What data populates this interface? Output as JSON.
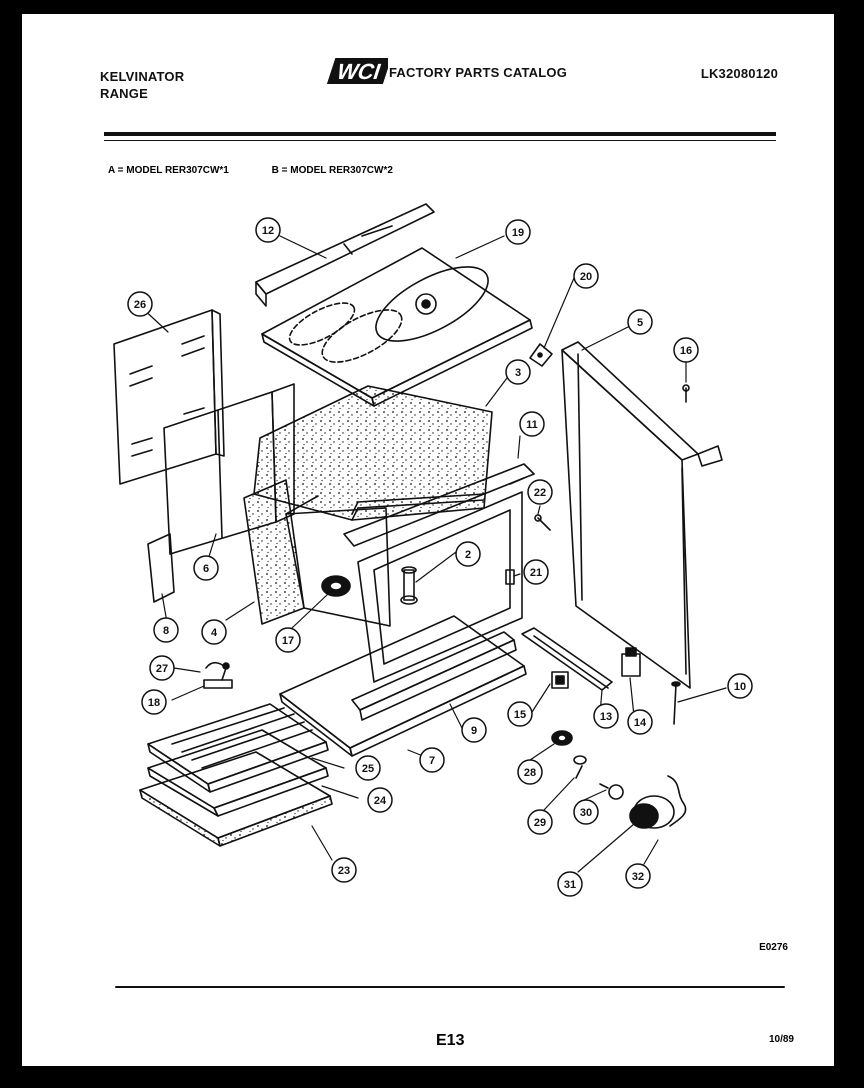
{
  "header": {
    "brand_line1": "KELVINATOR",
    "brand_line2": "RANGE",
    "catalog_title": "FACTORY PARTS CATALOG",
    "logo_text": "WCI",
    "catalog_number": "LK32080120"
  },
  "models": {
    "a": "A = MODEL RER307CW*1",
    "b": "B = MODEL RER307CW*2"
  },
  "callouts": [
    {
      "n": "2"
    },
    {
      "n": "3"
    },
    {
      "n": "4"
    },
    {
      "n": "5"
    },
    {
      "n": "6"
    },
    {
      "n": "7"
    },
    {
      "n": "8"
    },
    {
      "n": "9"
    },
    {
      "n": "10"
    },
    {
      "n": "11"
    },
    {
      "n": "12"
    },
    {
      "n": "13"
    },
    {
      "n": "14"
    },
    {
      "n": "15"
    },
    {
      "n": "16"
    },
    {
      "n": "17"
    },
    {
      "n": "18"
    },
    {
      "n": "19"
    },
    {
      "n": "20"
    },
    {
      "n": "21"
    },
    {
      "n": "22"
    },
    {
      "n": "23"
    },
    {
      "n": "24"
    },
    {
      "n": "25"
    },
    {
      "n": "26"
    },
    {
      "n": "27"
    },
    {
      "n": "28"
    },
    {
      "n": "29"
    },
    {
      "n": "30"
    },
    {
      "n": "31"
    },
    {
      "n": "32"
    }
  ],
  "footer": {
    "diagram_code": "E0276",
    "page_number": "E13",
    "date": "10/89"
  }
}
